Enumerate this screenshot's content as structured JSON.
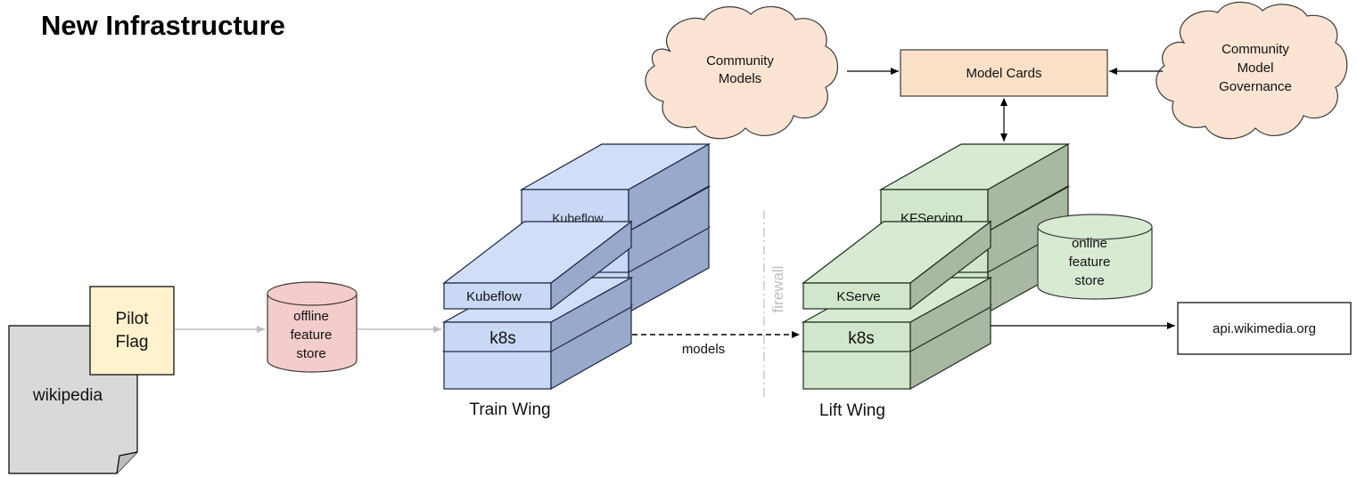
{
  "title": "New Infrastructure",
  "colors": {
    "blue_top": "#d2def7",
    "blue_front": "#c9d9f5",
    "blue_side": "#98a9cc",
    "blue_stroke": "#1b2340",
    "green_top": "#d8ead3",
    "green_front": "#d1e6cb",
    "green_side": "#a8b8a3",
    "green_stroke": "#1c2b1a",
    "cloud_fill": "#fbe4d3",
    "model_cards_fill": "#fbe0c8",
    "pilot_fill": "#fff2cc",
    "offline_store_fill": "#f4cccc",
    "online_store_fill": "#d9ead3",
    "document_fill": "#d9d9d9"
  },
  "nodes": {
    "community_models": [
      "Community",
      "Models"
    ],
    "model_cards": "Model Cards",
    "community_governance": [
      "Community",
      "Model",
      "Governance"
    ],
    "pilot_flag": [
      "Pilot",
      "Flag"
    ],
    "wikipedia": "wikipedia",
    "offline_store": [
      "offline",
      "feature",
      "store"
    ],
    "online_store": [
      "online",
      "feature",
      "store"
    ],
    "api": "api.wikimedia.org"
  },
  "train_wing": {
    "label": "Train Wing",
    "back_top_label": "Kubeflow",
    "front_top_label": "Kubeflow",
    "front_mid_label": "k8s"
  },
  "lift_wing": {
    "label": "Lift Wing",
    "back_top_label": "KFServing",
    "front_top_label": "KServe",
    "front_mid_label": "k8s"
  },
  "labels": {
    "models": "models",
    "firewall": "firewall"
  }
}
